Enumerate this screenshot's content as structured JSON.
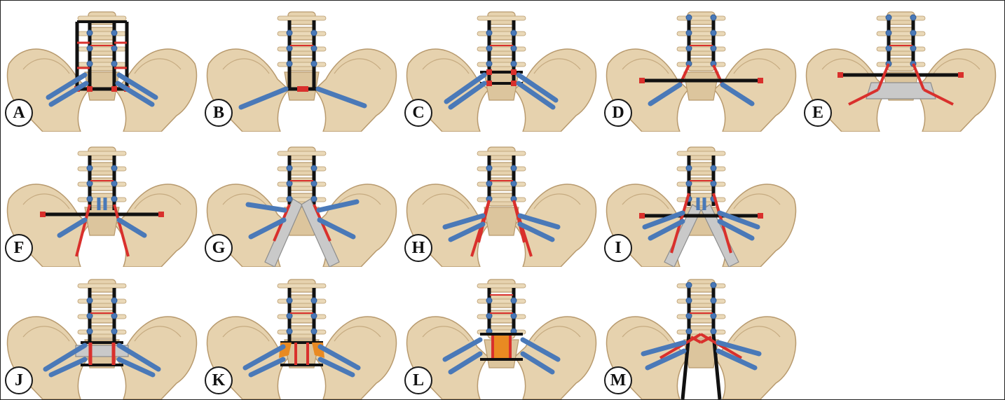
{
  "figure": {
    "panels": [
      {
        "label": "A",
        "variant": "A"
      },
      {
        "label": "B",
        "variant": "B"
      },
      {
        "label": "C",
        "variant": "C"
      },
      {
        "label": "D",
        "variant": "D"
      },
      {
        "label": "E",
        "variant": "E"
      },
      {
        "label": "F",
        "variant": "F"
      },
      {
        "label": "G",
        "variant": "G"
      },
      {
        "label": "H",
        "variant": "H"
      },
      {
        "label": "I",
        "variant": "I"
      },
      {
        "label": "J",
        "variant": "J"
      },
      {
        "label": "K",
        "variant": "K"
      },
      {
        "label": "L",
        "variant": "L"
      },
      {
        "label": "M",
        "variant": "M"
      }
    ],
    "colors": {
      "bone": "#e6d2ae",
      "bone_shade": "#b89a6e",
      "rod_black": "#111111",
      "rod_red": "#d9302c",
      "screw_blue": "#4a79b8",
      "graft_gray": "#c9c9c9",
      "cage_orange": "#e98a22"
    }
  }
}
